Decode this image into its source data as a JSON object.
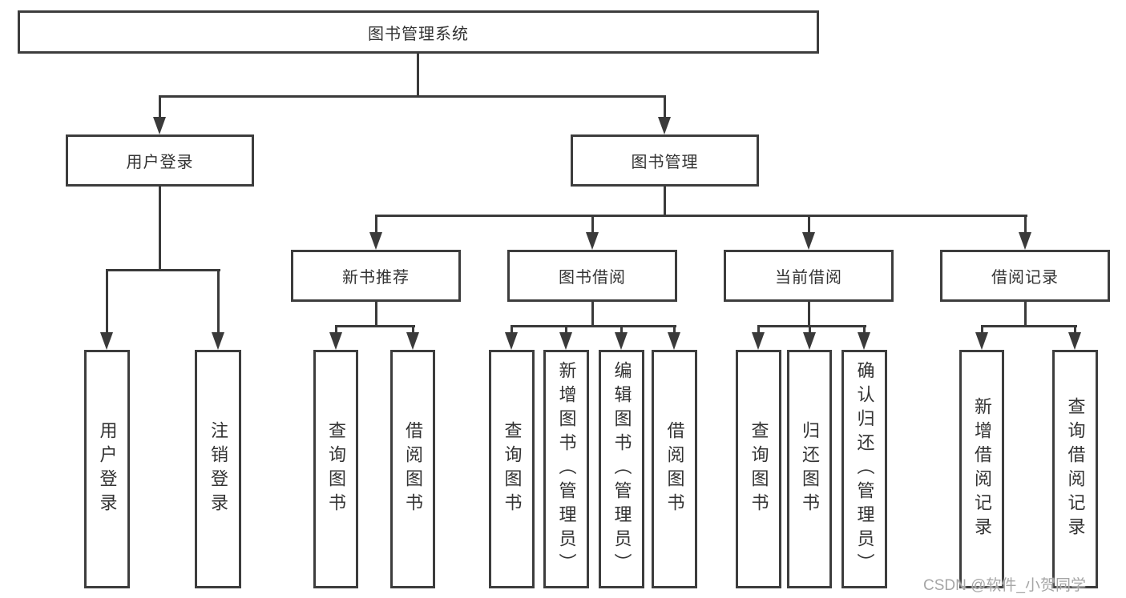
{
  "colors": {
    "line": "#3a3a3a",
    "box-border": "#3d3d3d",
    "text": "#333333",
    "watermark": "#a6a6a6",
    "bg": "#ffffff"
  },
  "diagram": {
    "root": {
      "label": "图书管理系统"
    },
    "user_login": {
      "label": "用户登录",
      "children": [
        {
          "label": "用户登录"
        },
        {
          "label": "注销登录"
        }
      ]
    },
    "book_mgmt": {
      "label": "图书管理",
      "sections": [
        {
          "label": "新书推荐",
          "children": [
            {
              "label": "查询图书"
            },
            {
              "label": "借阅图书"
            }
          ]
        },
        {
          "label": "图书借阅",
          "children": [
            {
              "label": "查询图书"
            },
            {
              "label": "新增图书（管理员）"
            },
            {
              "label": "编辑图书（管理员）"
            },
            {
              "label": "借阅图书"
            }
          ]
        },
        {
          "label": "当前借阅",
          "children": [
            {
              "label": "查询图书"
            },
            {
              "label": "归还图书"
            },
            {
              "label": "确认归还（管理员）"
            }
          ]
        },
        {
          "label": "借阅记录",
          "children": [
            {
              "label": "新增借阅记录"
            },
            {
              "label": "查询借阅记录"
            }
          ]
        }
      ]
    }
  },
  "watermark": {
    "text": "CSDN @软件_小贺同学"
  }
}
